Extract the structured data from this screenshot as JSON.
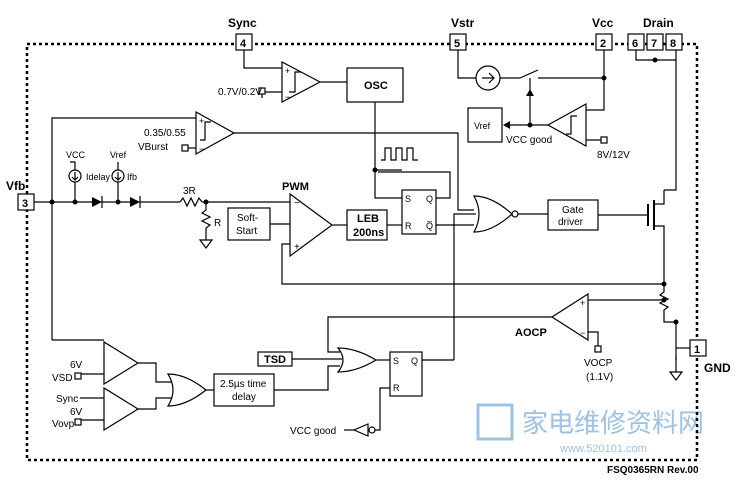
{
  "pins": {
    "sync": {
      "name": "Sync",
      "number": "4"
    },
    "vstr": {
      "name": "Vstr",
      "number": "5"
    },
    "vcc": {
      "name": "Vcc",
      "number": "2"
    },
    "drain": {
      "name": "Drain",
      "numbers": [
        "6",
        "7",
        "8"
      ]
    },
    "vfb": {
      "name": "Vfb",
      "number": "3"
    },
    "gnd": {
      "name": "GND",
      "number": "1"
    }
  },
  "blocks": {
    "osc": "OSC",
    "vref": "Vref",
    "pwm": "PWM",
    "soft_start": [
      "Soft-",
      "Start"
    ],
    "leb": [
      "LEB",
      "200ns"
    ],
    "gate_driver": [
      "Gate",
      "driver"
    ],
    "aocp": "AOCP",
    "tsd": "TSD",
    "delay": [
      "2.5µs time",
      "delay"
    ],
    "latch_s": "S",
    "latch_r": "R",
    "latch_q": "Q",
    "latch_qbar": "Q̅"
  },
  "labels": {
    "sync_thresh": "0.7V/0.2V",
    "burst_thresh": "0.35/0.55",
    "vburst": "VBurst",
    "vcc_small": "VCC",
    "vref_small": "Vref",
    "idelay": "Idelay",
    "ifb": "Ifb",
    "r3": "3R",
    "r": "R",
    "vcc_good": "VCC good",
    "uvlo": "8V/12V",
    "vocp": "VOCP",
    "vocp_val": "(1.1V)",
    "v6_top": "6V",
    "vsd": "VSD",
    "sync_in": "Sync",
    "v6_bot": "6V",
    "vovp": "Vovp",
    "vcc_good_bottom": "VCC good",
    "plus": "+",
    "minus": "−"
  },
  "footer": {
    "part": "FSQ0365RN Rev.00"
  },
  "watermark": {
    "text": "家电维修资料网",
    "url": "www.520101.com"
  }
}
